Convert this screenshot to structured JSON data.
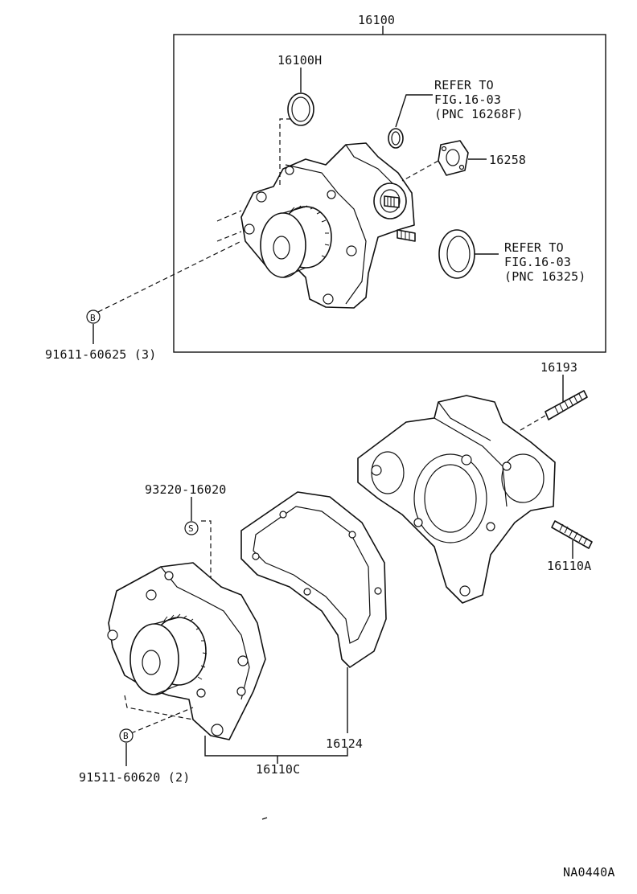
{
  "labels": {
    "assembly": "16100",
    "oring": "16100H",
    "refer1_l1": "REFER TO",
    "refer1_l2": "FIG.16-03",
    "refer1_l3": "(PNC 16268F)",
    "gasket_small": "16258",
    "refer2_l1": "REFER TO",
    "refer2_l2": "FIG.16-03",
    "refer2_l3": "(PNC 16325)",
    "bolt_upper": "91611-60625 (3)",
    "stud_upper": "16193",
    "nut": "93220-16020",
    "stud_lower": "16110A",
    "gasket_large": "16124",
    "pump_sub": "16110C",
    "bolt_lower": "91511-60620 (2)",
    "figure_code": "NA0440A",
    "marker_b": "B",
    "marker_s": "S"
  }
}
